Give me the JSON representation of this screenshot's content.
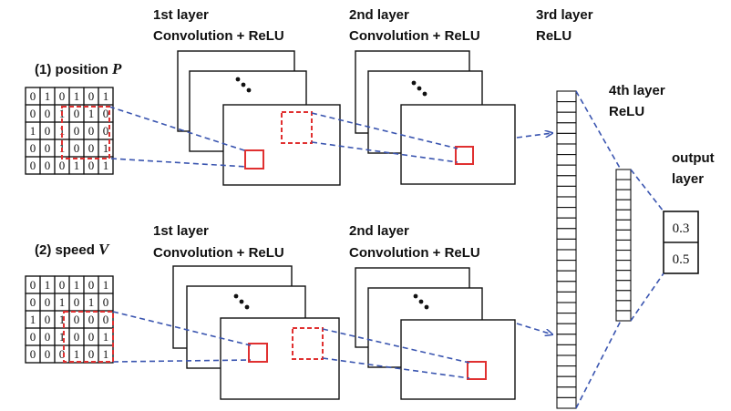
{
  "inputs": [
    {
      "label_prefix": "(1) position ",
      "label_var": "P",
      "grid": [
        [
          "0",
          "1",
          "0",
          "1",
          "0",
          "1"
        ],
        [
          "0",
          "0",
          "1",
          "0",
          "1",
          "0"
        ],
        [
          "1",
          "0",
          "1",
          "0",
          "0",
          "0"
        ],
        [
          "0",
          "0",
          "1",
          "0",
          "0",
          "1"
        ],
        [
          "0",
          "0",
          "0",
          "1",
          "0",
          "1"
        ]
      ]
    },
    {
      "label_prefix": "(2) speed ",
      "label_var": "V",
      "grid": [
        [
          "0",
          "1",
          "0",
          "1",
          "0",
          "1"
        ],
        [
          "0",
          "0",
          "1",
          "0",
          "1",
          "0"
        ],
        [
          "1",
          "0",
          "1",
          "0",
          "0",
          "0"
        ],
        [
          "0",
          "0",
          "1",
          "0",
          "0",
          "1"
        ],
        [
          "0",
          "0",
          "0",
          "1",
          "0",
          "1"
        ]
      ]
    }
  ],
  "layers": {
    "top_layer1": [
      "1st layer",
      "Convolution + ReLU"
    ],
    "top_layer2": [
      "2nd layer",
      "Convolution + ReLU"
    ],
    "bottom_layer1": [
      "1st layer",
      "Convolution + ReLU"
    ],
    "bottom_layer2": [
      "2nd layer",
      "Convolution + ReLU"
    ],
    "layer3": [
      "3rd layer",
      "ReLU"
    ],
    "layer4": [
      "4th layer",
      "ReLU"
    ],
    "output": [
      "output",
      "layer"
    ]
  },
  "output_values": [
    "0.3",
    "0.5"
  ],
  "colors": {
    "connection": "#3a55b0",
    "filter": "#e03030",
    "ink": "#111111"
  }
}
